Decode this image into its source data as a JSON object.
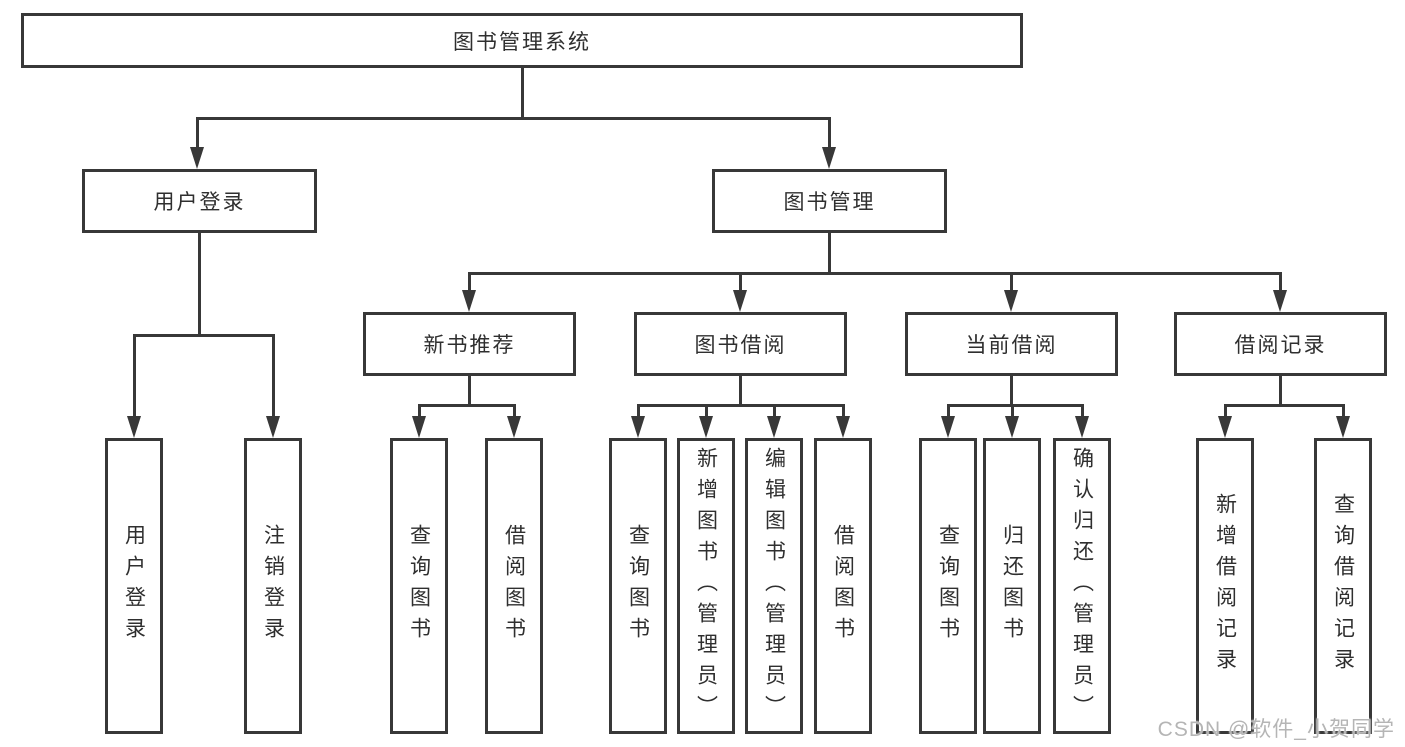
{
  "diagram": {
    "root": {
      "label": "图书管理系统"
    },
    "level2": [
      {
        "label": "用户登录"
      },
      {
        "label": "图书管理"
      }
    ],
    "user_login_children": [
      {
        "label": "用户登录"
      },
      {
        "label": "注销登录"
      }
    ],
    "book_mgmt_children": [
      {
        "label": "新书推荐",
        "children": [
          {
            "label": "查询图书"
          },
          {
            "label": "借阅图书"
          }
        ]
      },
      {
        "label": "图书借阅",
        "children": [
          {
            "label": "查询图书"
          },
          {
            "label": "新增图书（管理员）"
          },
          {
            "label": "编辑图书（管理员）"
          },
          {
            "label": "借阅图书"
          }
        ]
      },
      {
        "label": "当前借阅",
        "children": [
          {
            "label": "查询图书"
          },
          {
            "label": "归还图书"
          },
          {
            "label": "确认归还（管理员）"
          }
        ]
      },
      {
        "label": "借阅记录",
        "children": [
          {
            "label": "新增借阅记录"
          },
          {
            "label": "查询借阅记录"
          }
        ]
      }
    ]
  },
  "watermark": {
    "text": "CSDN @软件_小贺同学"
  },
  "colors": {
    "line": "#383838",
    "box_border": "#383838",
    "box_fill": "#ffffff",
    "text": "#2f2f2f",
    "watermark": "#b5b5b5"
  }
}
